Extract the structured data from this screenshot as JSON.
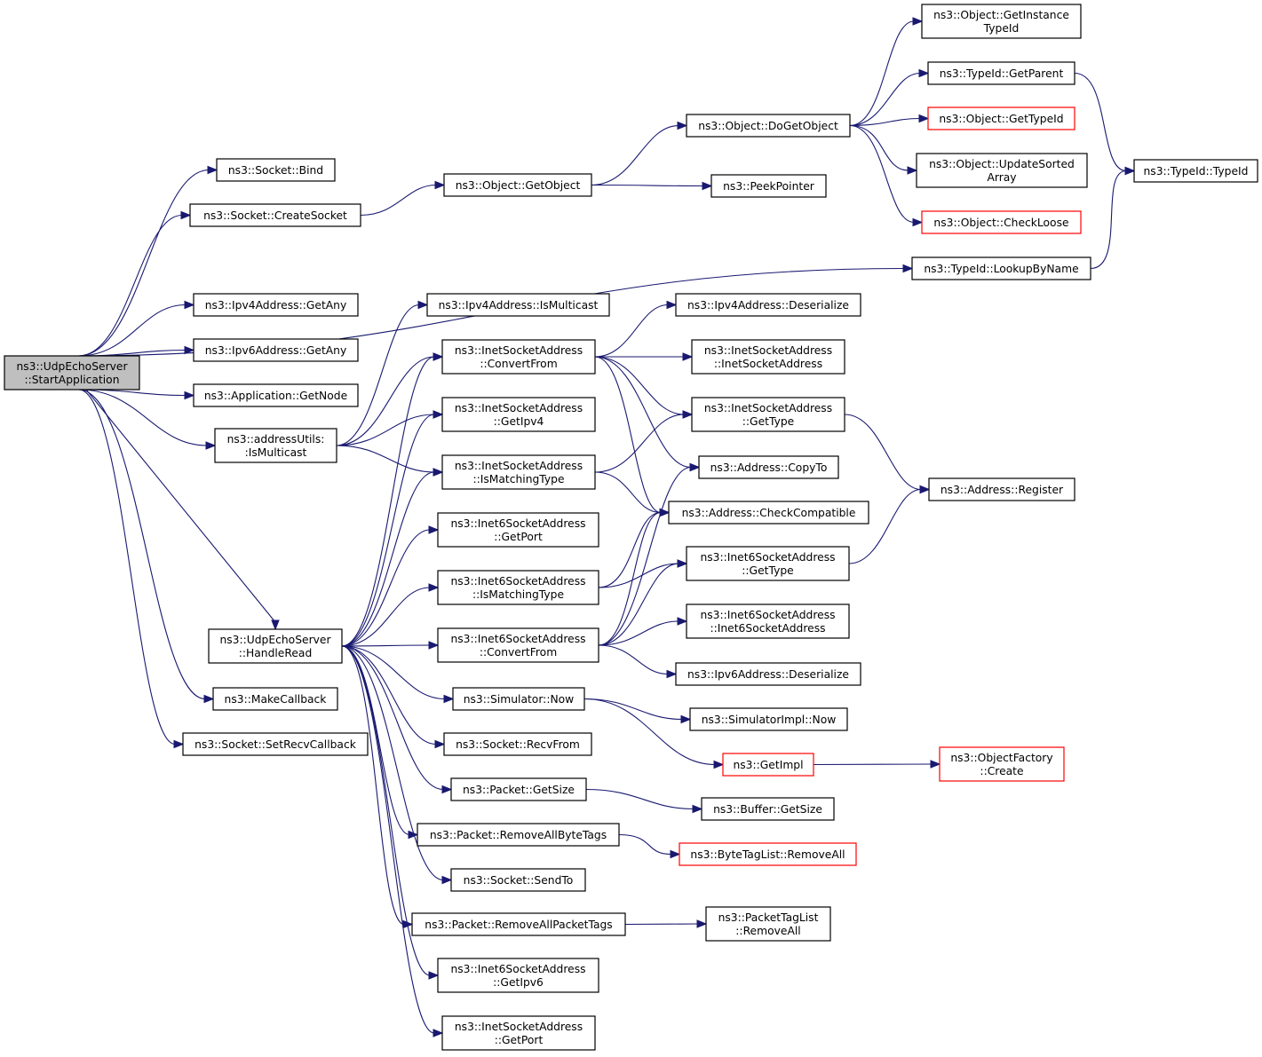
{
  "graph": {
    "edge_color": "#191970",
    "root_fill": "#bfbfbf",
    "nodes": [
      {
        "id": "start",
        "lines": [
          "ns3::UdpEchoServer",
          "::StartApplication"
        ],
        "style": "root"
      },
      {
        "id": "bind",
        "lines": [
          "ns3::Socket::Bind"
        ],
        "style": "normal"
      },
      {
        "id": "createsocket",
        "lines": [
          "ns3::Socket::CreateSocket"
        ],
        "style": "normal"
      },
      {
        "id": "getobject",
        "lines": [
          "ns3::Object::GetObject"
        ],
        "style": "normal"
      },
      {
        "id": "dogetobject",
        "lines": [
          "ns3::Object::DoGetObject"
        ],
        "style": "normal"
      },
      {
        "id": "getinstancetypeid",
        "lines": [
          "ns3::Object::GetInstance",
          "TypeId"
        ],
        "style": "normal"
      },
      {
        "id": "getparent",
        "lines": [
          "ns3::TypeId::GetParent"
        ],
        "style": "normal"
      },
      {
        "id": "objgettypeid",
        "lines": [
          "ns3::Object::GetTypeId"
        ],
        "style": "red"
      },
      {
        "id": "updatesorted",
        "lines": [
          "ns3::Object::UpdateSorted",
          "Array"
        ],
        "style": "normal"
      },
      {
        "id": "checkloose",
        "lines": [
          "ns3::Object::CheckLoose"
        ],
        "style": "red"
      },
      {
        "id": "typeidtypeid",
        "lines": [
          "ns3::TypeId::TypeId"
        ],
        "style": "normal"
      },
      {
        "id": "peekpointer",
        "lines": [
          "ns3::PeekPointer"
        ],
        "style": "normal"
      },
      {
        "id": "lookupbyname",
        "lines": [
          "ns3::TypeId::LookupByName"
        ],
        "style": "normal"
      },
      {
        "id": "ipv4getany",
        "lines": [
          "ns3::Ipv4Address::GetAny"
        ],
        "style": "normal"
      },
      {
        "id": "ipv6getany",
        "lines": [
          "ns3::Ipv6Address::GetAny"
        ],
        "style": "normal"
      },
      {
        "id": "getnode",
        "lines": [
          "ns3::Application::GetNode"
        ],
        "style": "normal"
      },
      {
        "id": "addrismulticast",
        "lines": [
          "ns3::addressUtils:",
          ":IsMulticast"
        ],
        "style": "normal"
      },
      {
        "id": "ipv4ismulticast",
        "lines": [
          "ns3::Ipv4Address::IsMulticast"
        ],
        "style": "normal"
      },
      {
        "id": "inetconvertfrom",
        "lines": [
          "ns3::InetSocketAddress",
          "::ConvertFrom"
        ],
        "style": "normal"
      },
      {
        "id": "inetgetipv4",
        "lines": [
          "ns3::InetSocketAddress",
          "::GetIpv4"
        ],
        "style": "normal"
      },
      {
        "id": "inetismatching",
        "lines": [
          "ns3::InetSocketAddress",
          "::IsMatchingType"
        ],
        "style": "normal"
      },
      {
        "id": "inet6getport",
        "lines": [
          "ns3::Inet6SocketAddress",
          "::GetPort"
        ],
        "style": "normal"
      },
      {
        "id": "inet6ismatching",
        "lines": [
          "ns3::Inet6SocketAddress",
          "::IsMatchingType"
        ],
        "style": "normal"
      },
      {
        "id": "inet6convertfrom",
        "lines": [
          "ns3::Inet6SocketAddress",
          "::ConvertFrom"
        ],
        "style": "normal"
      },
      {
        "id": "ipv4deserialize",
        "lines": [
          "ns3::Ipv4Address::Deserialize"
        ],
        "style": "normal"
      },
      {
        "id": "inetctor",
        "lines": [
          "ns3::InetSocketAddress",
          "::InetSocketAddress"
        ],
        "style": "normal"
      },
      {
        "id": "inetgettype",
        "lines": [
          "ns3::InetSocketAddress",
          "::GetType"
        ],
        "style": "normal"
      },
      {
        "id": "addrcopyto",
        "lines": [
          "ns3::Address::CopyTo"
        ],
        "style": "normal"
      },
      {
        "id": "addrcheckcompat",
        "lines": [
          "ns3::Address::CheckCompatible"
        ],
        "style": "normal"
      },
      {
        "id": "inet6gettype",
        "lines": [
          "ns3::Inet6SocketAddress",
          "::GetType"
        ],
        "style": "normal"
      },
      {
        "id": "inet6ctor",
        "lines": [
          "ns3::Inet6SocketAddress",
          "::Inet6SocketAddress"
        ],
        "style": "normal"
      },
      {
        "id": "ipv6deserialize",
        "lines": [
          "ns3::Ipv6Address::Deserialize"
        ],
        "style": "normal"
      },
      {
        "id": "addrregister",
        "lines": [
          "ns3::Address::Register"
        ],
        "style": "normal"
      },
      {
        "id": "handleread",
        "lines": [
          "ns3::UdpEchoServer",
          "::HandleRead"
        ],
        "style": "normal"
      },
      {
        "id": "makecallback",
        "lines": [
          "ns3::MakeCallback"
        ],
        "style": "normal"
      },
      {
        "id": "setrecvcallback",
        "lines": [
          "ns3::Socket::SetRecvCallback"
        ],
        "style": "normal"
      },
      {
        "id": "simnow",
        "lines": [
          "ns3::Simulator::Now"
        ],
        "style": "normal"
      },
      {
        "id": "simimplnow",
        "lines": [
          "ns3::SimulatorImpl::Now"
        ],
        "style": "normal"
      },
      {
        "id": "getimpl",
        "lines": [
          "ns3::GetImpl"
        ],
        "style": "red"
      },
      {
        "id": "objfactorycreate",
        "lines": [
          "ns3::ObjectFactory",
          "::Create"
        ],
        "style": "red"
      },
      {
        "id": "recvfrom",
        "lines": [
          "ns3::Socket::RecvFrom"
        ],
        "style": "normal"
      },
      {
        "id": "packetgetsize",
        "lines": [
          "ns3::Packet::GetSize"
        ],
        "style": "normal"
      },
      {
        "id": "buffergetsize",
        "lines": [
          "ns3::Buffer::GetSize"
        ],
        "style": "normal"
      },
      {
        "id": "removeallbytetags",
        "lines": [
          "ns3::Packet::RemoveAllByteTags"
        ],
        "style": "normal"
      },
      {
        "id": "bytetaglistremoveall",
        "lines": [
          "ns3::ByteTagList::RemoveAll"
        ],
        "style": "red"
      },
      {
        "id": "sendto",
        "lines": [
          "ns3::Socket::SendTo"
        ],
        "style": "normal"
      },
      {
        "id": "removeallpackettags",
        "lines": [
          "ns3::Packet::RemoveAllPacketTags"
        ],
        "style": "normal"
      },
      {
        "id": "packettaglistremoveall",
        "lines": [
          "ns3::PacketTagList",
          "::RemoveAll"
        ],
        "style": "normal"
      },
      {
        "id": "inet6getipv6",
        "lines": [
          "ns3::Inet6SocketAddress",
          "::GetIpv6"
        ],
        "style": "normal"
      },
      {
        "id": "inetgetport",
        "lines": [
          "ns3::InetSocketAddress",
          "::GetPort"
        ],
        "style": "normal"
      }
    ],
    "edges": [
      [
        "start",
        "bind"
      ],
      [
        "start",
        "createsocket"
      ],
      [
        "start",
        "lookupbyname"
      ],
      [
        "start",
        "ipv4getany"
      ],
      [
        "start",
        "ipv6getany"
      ],
      [
        "start",
        "getnode"
      ],
      [
        "start",
        "addrismulticast"
      ],
      [
        "start",
        "handleread"
      ],
      [
        "start",
        "makecallback"
      ],
      [
        "start",
        "setrecvcallback"
      ],
      [
        "createsocket",
        "getobject"
      ],
      [
        "getobject",
        "dogetobject"
      ],
      [
        "getobject",
        "peekpointer"
      ],
      [
        "dogetobject",
        "getinstancetypeid"
      ],
      [
        "dogetobject",
        "getparent"
      ],
      [
        "dogetobject",
        "objgettypeid"
      ],
      [
        "dogetobject",
        "updatesorted"
      ],
      [
        "dogetobject",
        "checkloose"
      ],
      [
        "getparent",
        "typeidtypeid"
      ],
      [
        "lookupbyname",
        "typeidtypeid"
      ],
      [
        "addrismulticast",
        "ipv4ismulticast"
      ],
      [
        "addrismulticast",
        "inetconvertfrom"
      ],
      [
        "addrismulticast",
        "inetgetipv4"
      ],
      [
        "addrismulticast",
        "inetismatching"
      ],
      [
        "inetconvertfrom",
        "ipv4deserialize"
      ],
      [
        "inetconvertfrom",
        "inetctor"
      ],
      [
        "inetconvertfrom",
        "inetgettype"
      ],
      [
        "inetconvertfrom",
        "addrcopyto"
      ],
      [
        "inetconvertfrom",
        "addrcheckcompat"
      ],
      [
        "inetismatching",
        "inetgettype"
      ],
      [
        "inetismatching",
        "addrcheckcompat"
      ],
      [
        "inetgettype",
        "addrregister"
      ],
      [
        "inet6gettype",
        "addrregister"
      ],
      [
        "inet6ismatching",
        "addrcheckcompat"
      ],
      [
        "inet6ismatching",
        "inet6gettype"
      ],
      [
        "inet6convertfrom",
        "addrcopyto"
      ],
      [
        "inet6convertfrom",
        "addrcheckcompat"
      ],
      [
        "inet6convertfrom",
        "inet6gettype"
      ],
      [
        "inet6convertfrom",
        "inet6ctor"
      ],
      [
        "inet6convertfrom",
        "ipv6deserialize"
      ],
      [
        "handleread",
        "inetconvertfrom"
      ],
      [
        "handleread",
        "inetgetipv4"
      ],
      [
        "handleread",
        "inetismatching"
      ],
      [
        "handleread",
        "inet6getport"
      ],
      [
        "handleread",
        "inet6ismatching"
      ],
      [
        "handleread",
        "inet6convertfrom"
      ],
      [
        "handleread",
        "simnow"
      ],
      [
        "handleread",
        "recvfrom"
      ],
      [
        "handleread",
        "packetgetsize"
      ],
      [
        "handleread",
        "removeallbytetags"
      ],
      [
        "handleread",
        "sendto"
      ],
      [
        "handleread",
        "removeallpackettags"
      ],
      [
        "handleread",
        "inet6getipv6"
      ],
      [
        "handleread",
        "inetgetport"
      ],
      [
        "simnow",
        "simimplnow"
      ],
      [
        "simnow",
        "getimpl"
      ],
      [
        "getimpl",
        "objfactorycreate"
      ],
      [
        "packetgetsize",
        "buffergetsize"
      ],
      [
        "removeallbytetags",
        "bytetaglistremoveall"
      ],
      [
        "removeallpackettags",
        "packettaglistremoveall"
      ]
    ]
  }
}
